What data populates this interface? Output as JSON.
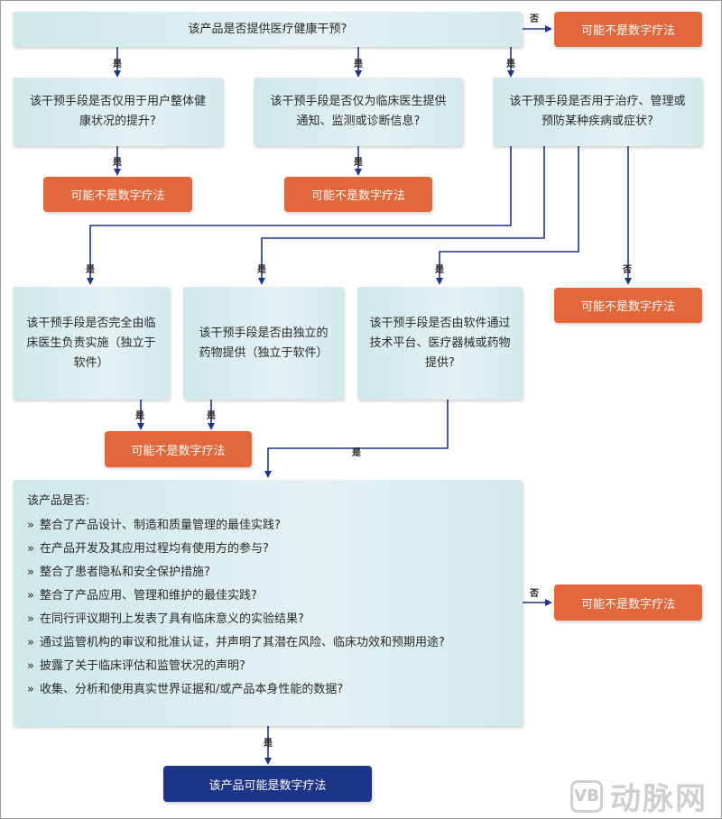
{
  "q1": "该产品是否提供医疗健康干预?",
  "q2a": "该干预手段是否仅用于用户整体健康状况的提升?",
  "q2b": "该干预手段是否仅为临床医生提供通知、监测或诊断信息?",
  "q2c": "该干预手段是否用于治疗、管理或预防某种疾病或症状?",
  "q3a": "该干预手段是否完全由临床医生负责实施（独立于软件）",
  "q3b": "该干预手段是否由独立的药物提供（独立于软件）",
  "q3c": "该干预手段是否由软件通过技术平台、医疗器械或药物提供?",
  "not_dtx": "可能不是数字疗法",
  "yes": "是",
  "no": "否",
  "checklist": {
    "heading": "该产品是否:",
    "bullet": "»",
    "items": [
      "整合了产品设计、制造和质量管理的最佳实践?",
      "在产品开发及其应用过程均有使用方的参与?",
      "整合了患者隐私和安全保护措施?",
      "整合了产品应用、管理和维护的最佳实践?",
      "在同行评议期刊上发表了具有临床意义的实验结果?",
      "通过监管机构的审议和批准认证，并声明了其潜在风险、临床功效和预期用途?",
      "披露了关于临床评估和监管状况的声明?",
      "收集、分析和使用真实世界证据和/或产品本身性能的数据?"
    ]
  },
  "final": "该产品可能是数字疗法",
  "watermark": {
    "logo": "VB",
    "text": "动脉网"
  },
  "colors": {
    "orange": "#e2673a",
    "navy": "#1d3588",
    "line": "#1d3588",
    "box": "#d9eef1"
  }
}
